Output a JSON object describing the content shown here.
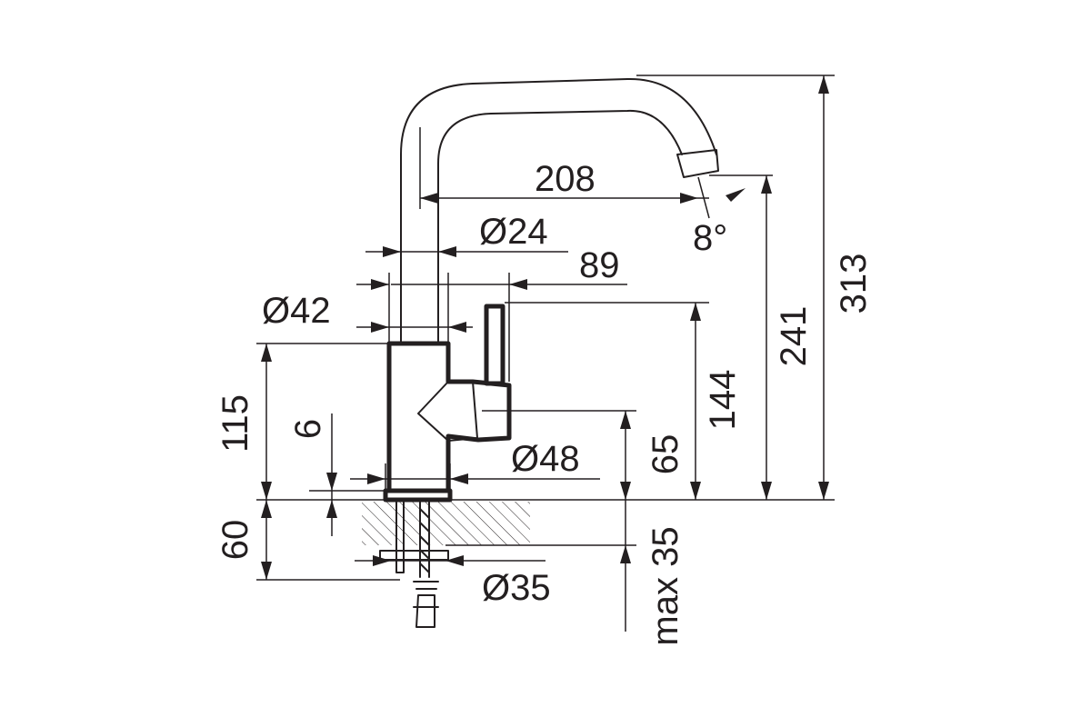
{
  "diagram": {
    "colors": {
      "ink": "#231f20",
      "background": "#ffffff"
    },
    "dimensions": {
      "spout_reach": "208",
      "spout_angle": "8°",
      "spout_diameter": "Ø24",
      "lever_offset": "89",
      "neck_diameter": "Ø42",
      "body_height": "115",
      "base_plate": "6",
      "base_diameter": "Ø48",
      "lever_height": "65",
      "handle_height": "144",
      "spout_height": "241",
      "total_height": "313",
      "shank_length": "60",
      "max_counter": "max 35",
      "hole_diameter": "Ø35"
    }
  }
}
